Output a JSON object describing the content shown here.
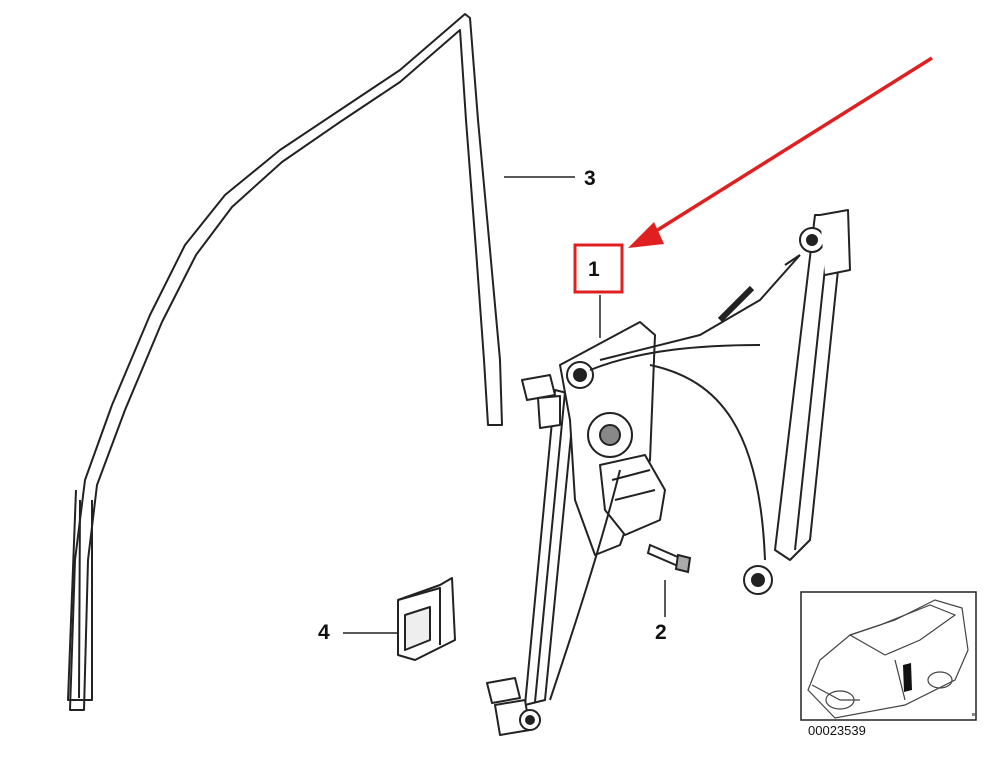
{
  "callouts": [
    {
      "id": "1",
      "label": "1",
      "highlighted": true
    },
    {
      "id": "2",
      "label": "2"
    },
    {
      "id": "3",
      "label": "3"
    },
    {
      "id": "4",
      "label": "4"
    }
  ],
  "reference_number": "00023539",
  "highlight_color": "#e02020",
  "line_color": "#222222"
}
